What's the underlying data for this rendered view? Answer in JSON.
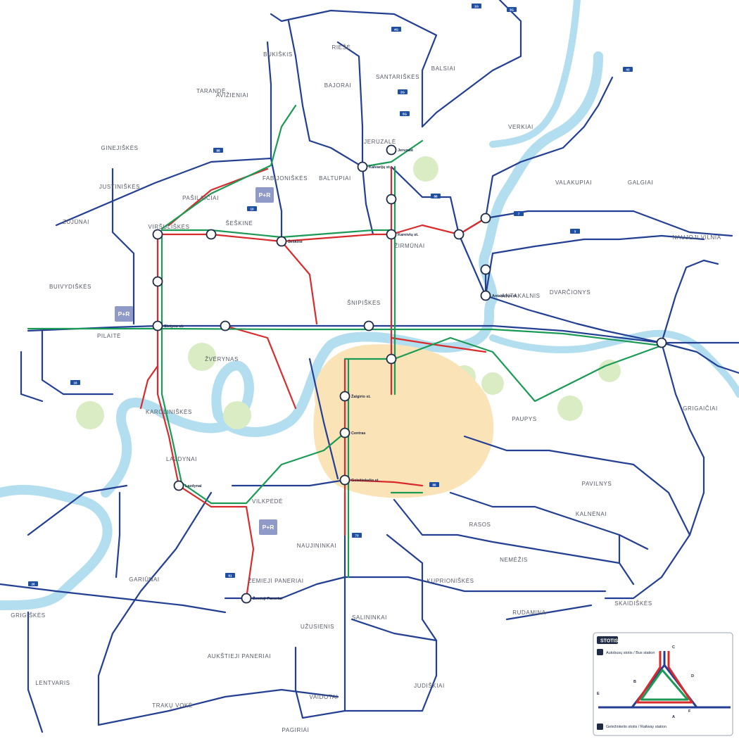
{
  "colors": {
    "river": "#b3deef",
    "bus": "#233f93",
    "trolley": "#d92b2b",
    "express": "#1b9a55",
    "center": "#fbe3b8",
    "park": "#d9ecc4",
    "pr": "#8f9ac8"
  },
  "districts": [
    {
      "id": "bukiskis",
      "label": "BUKIŠKIS"
    },
    {
      "id": "riese",
      "label": "RIEŠĖ"
    },
    {
      "id": "santariskes",
      "label": "SANTARIŠKĖS"
    },
    {
      "id": "balsiai",
      "label": "BALSIAI"
    },
    {
      "id": "bajorai",
      "label": "BAJORAI"
    },
    {
      "id": "avizieniai",
      "label": "AVIŽIENIAI"
    },
    {
      "id": "tarande",
      "label": "TARANDĖ"
    },
    {
      "id": "verkiai",
      "label": "VERKIAI"
    },
    {
      "id": "jeruzale",
      "label": "JERUZALĖ"
    },
    {
      "id": "ginejiskes",
      "label": "GINEJIŠKĖS"
    },
    {
      "id": "fabijoniskes",
      "label": "FABIJONIŠKĖS"
    },
    {
      "id": "baltupiai",
      "label": "BALTUPIAI"
    },
    {
      "id": "justiniskes",
      "label": "JUSTINIŠKĖS"
    },
    {
      "id": "pasilaiciai",
      "label": "PAŠILAIČIAI"
    },
    {
      "id": "valakupiai",
      "label": "VALAKUPIAI"
    },
    {
      "id": "galgiai",
      "label": "GALGIAI"
    },
    {
      "id": "zujunai",
      "label": "ZUJŪNAI"
    },
    {
      "id": "virsuliskes",
      "label": "VIRŠULIŠKĖS"
    },
    {
      "id": "seskine",
      "label": "ŠEŠKINĖ"
    },
    {
      "id": "zirmunai",
      "label": "ŽIRMŪNAI"
    },
    {
      "id": "naujoji_vilnia",
      "label": "NAUJOJI VILNIA"
    },
    {
      "id": "buivydiskes",
      "label": "BUIVYDIŠKĖS"
    },
    {
      "id": "dvarcionys",
      "label": "DVARČIONYS"
    },
    {
      "id": "antakalnis",
      "label": "ANTAKALNIS"
    },
    {
      "id": "snipiskes",
      "label": "ŠNIPIŠKĖS"
    },
    {
      "id": "pilaite",
      "label": "PILAITĖ"
    },
    {
      "id": "zverynas",
      "label": "ŽVĖRYNAS"
    },
    {
      "id": "karoliniskes",
      "label": "KAROLINIŠKĖS"
    },
    {
      "id": "grigaiciai",
      "label": "GRIGAIČIAI"
    },
    {
      "id": "paupys",
      "label": "PAUPYS"
    },
    {
      "id": "lazdynai",
      "label": "LAZDYNAI"
    },
    {
      "id": "pavilnys",
      "label": "PAVILNYS"
    },
    {
      "id": "vilkpede",
      "label": "VILKPĖDĖ"
    },
    {
      "id": "rasos",
      "label": "RASOS"
    },
    {
      "id": "kalnenai",
      "label": "KALNĖNAI"
    },
    {
      "id": "naujininkai",
      "label": "NAUJININKAI"
    },
    {
      "id": "nemezis",
      "label": "NEMĖŽIS"
    },
    {
      "id": "gariunai",
      "label": "GARIŪNAI"
    },
    {
      "id": "zemieji_paneriai",
      "label": "ŽEMIEJI PANERIAI"
    },
    {
      "id": "kuprioniskes",
      "label": "KUPRIONIŠKĖS"
    },
    {
      "id": "skaidiskes",
      "label": "SKAIDIŠKĖS"
    },
    {
      "id": "grigiskes",
      "label": "GRIGIŠKĖS"
    },
    {
      "id": "salininkai",
      "label": "SALININKAI"
    },
    {
      "id": "rudamina",
      "label": "RUDAMINA"
    },
    {
      "id": "uzusienis",
      "label": "UŽUSIENIS"
    },
    {
      "id": "aukstieji_paneriai",
      "label": "AUKŠTIEJI PANERIAI"
    },
    {
      "id": "lentvaris",
      "label": "LENTVARIS"
    },
    {
      "id": "judiskiai",
      "label": "JUDIŠKIAI"
    },
    {
      "id": "traku_voke",
      "label": "TRAKŲ VOKĖ"
    },
    {
      "id": "vaidotai",
      "label": "VAIDOTAI"
    },
    {
      "id": "pagiriai",
      "label": "PAGIRIAI"
    }
  ],
  "hubs": [
    {
      "id": "jeruzale_hub",
      "label": "Jeruzalė"
    },
    {
      "id": "kalvariju",
      "label": "Kalvarijų st."
    },
    {
      "id": "seskine_hub",
      "label": "Šeškinė"
    },
    {
      "id": "zirmunai_hub",
      "label": "Kareivių st."
    },
    {
      "id": "pilaite_hub",
      "label": "Sietyno st."
    },
    {
      "id": "zalgiris",
      "label": "Žalgirio st."
    },
    {
      "id": "centras",
      "label": "Centras"
    },
    {
      "id": "antakalnis_hub",
      "label": "Antakalnio st."
    },
    {
      "id": "gelezinkelio",
      "label": "Geležinkelio st."
    },
    {
      "id": "lazdynai_hub",
      "label": "Lazdynai"
    },
    {
      "id": "zemieji_hub",
      "label": "Žemieji Paneriai"
    }
  ],
  "parking": [
    {
      "id": "pr_north",
      "label": "P+R"
    },
    {
      "id": "pr_west",
      "label": "P+R"
    },
    {
      "id": "pr_south",
      "label": "P+R"
    }
  ],
  "routes": [
    {
      "id": "r1",
      "label": "1G"
    },
    {
      "id": "r2",
      "label": "3G"
    },
    {
      "id": "r3",
      "label": "4G"
    },
    {
      "id": "r4",
      "label": "2G"
    },
    {
      "id": "r5",
      "label": "5G"
    },
    {
      "id": "r6",
      "label": "88"
    },
    {
      "id": "r7",
      "label": "10"
    },
    {
      "id": "r8",
      "label": "88"
    },
    {
      "id": "r9",
      "label": "7"
    },
    {
      "id": "r10",
      "label": "3"
    },
    {
      "id": "r11",
      "label": "43"
    },
    {
      "id": "r12",
      "label": "16"
    },
    {
      "id": "r13",
      "label": "88"
    },
    {
      "id": "r14",
      "label": "73"
    },
    {
      "id": "r15",
      "label": "61"
    },
    {
      "id": "r16",
      "label": "26"
    }
  ],
  "legend": {
    "title": "STOTIS",
    "bus_station": "Autobusų stotis / Bus station",
    "railway_station": "Geležinkelio stotis / Railway station",
    "letters": [
      "A",
      "B",
      "C",
      "D",
      "E",
      "F"
    ]
  }
}
